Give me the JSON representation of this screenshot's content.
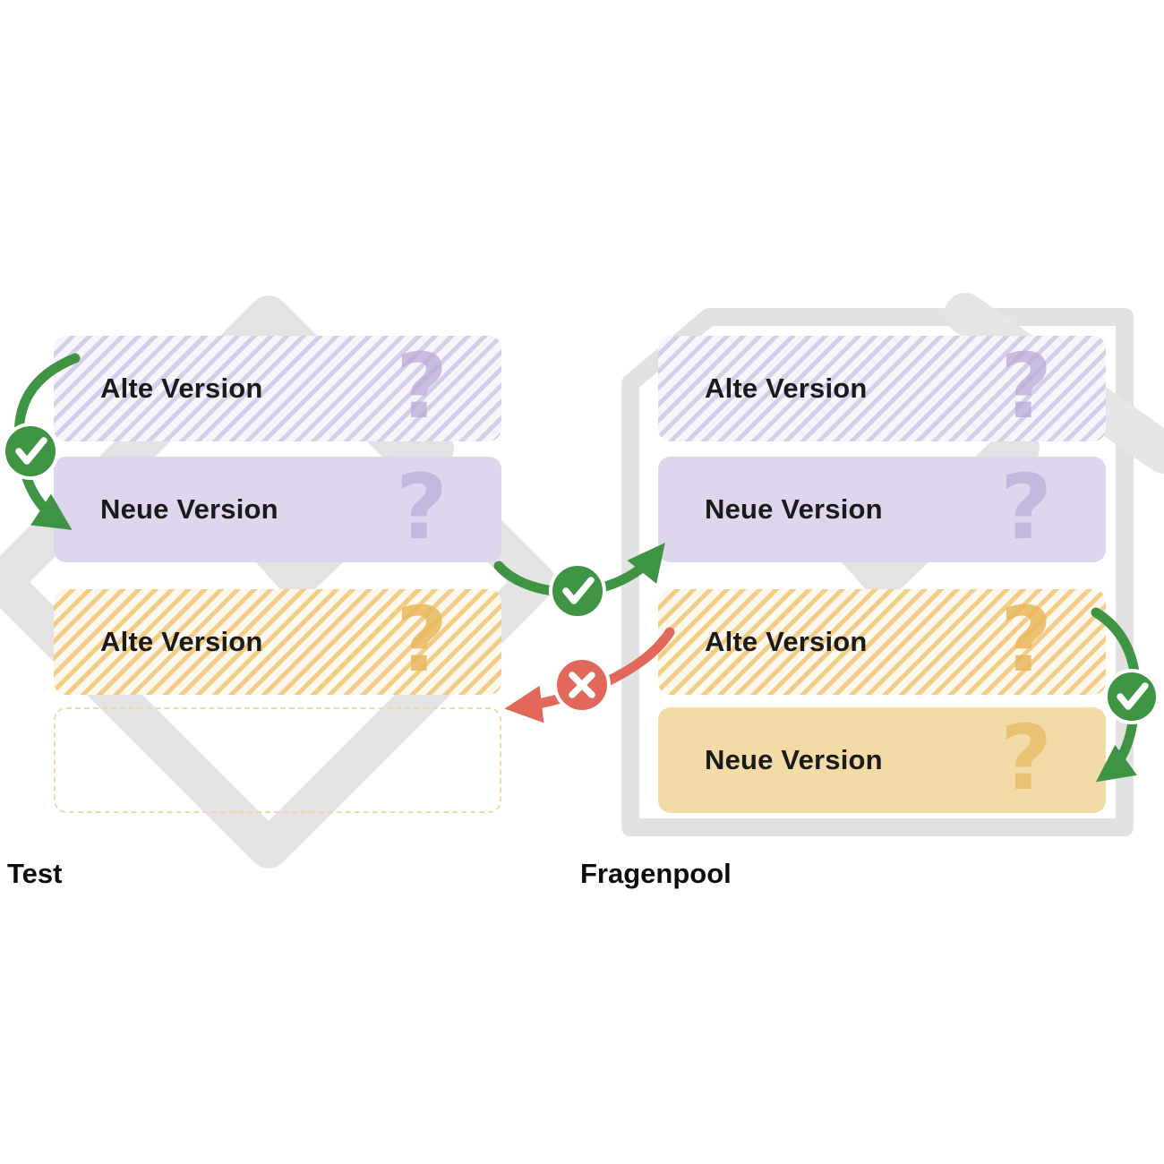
{
  "columns": {
    "test": {
      "label": "Test",
      "boxes": [
        {
          "label": "Alte Version",
          "variant": "purple-hatched",
          "qmark": "?"
        },
        {
          "label": "Neue Version",
          "variant": "purple-solid",
          "qmark": "?"
        },
        {
          "label": "Alte Version",
          "variant": "orange-hatched",
          "qmark": "?"
        },
        {
          "label": "",
          "variant": "empty-dashed",
          "qmark": ""
        }
      ]
    },
    "fragenpool": {
      "label": "Fragenpool",
      "boxes": [
        {
          "label": "Alte Version",
          "variant": "purple-hatched",
          "qmark": "?"
        },
        {
          "label": "Neue Version",
          "variant": "purple-solid",
          "qmark": "?"
        },
        {
          "label": "Alte Version",
          "variant": "orange-hatched",
          "qmark": "?"
        },
        {
          "label": "Neue Version",
          "variant": "orange-solid",
          "qmark": "?"
        }
      ]
    }
  },
  "icons": {
    "allowed": "check-icon",
    "denied": "cross-icon",
    "question": "question-mark-icon"
  },
  "colors": {
    "green": "#3f9443",
    "red": "#e2685c",
    "purple_stripe": "#d6cfe9",
    "purple_solid": "#ddd6ec",
    "orange_stripe": "#f3cc85",
    "orange_solid": "#f2dba6",
    "watermark": "#e4e4e4"
  }
}
